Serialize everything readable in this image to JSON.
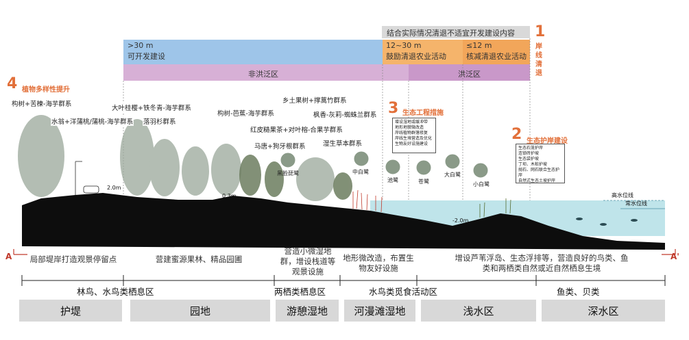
{
  "top_bands": {
    "gray_label": "结合实际情况清退不适宜开发建设内容",
    "blue_dist": ">30 m",
    "blue_text": "可开发建设",
    "orange1_dist": "12~30 m",
    "orange1_text": "鼓励清退农业活动",
    "orange2_dist": "≤12 m",
    "orange2_text": "核减清退农业活动",
    "nonflood": "非洪泛区",
    "flood": "洪泛区"
  },
  "callouts": {
    "c1_num": "1",
    "c1_text": "岸线清退",
    "c2_num": "2",
    "c2_title": "生态护岸建设",
    "c2_items": [
      "生态石笼护岸",
      "连锁砖护坡",
      "生态袋护坡",
      "丁坝、木桩护坡",
      "抛石、网石联合生态护岸",
      "自然式生态土坡护岸"
    ],
    "c3_num": "3",
    "c3_title": "生态工程措施",
    "c3_items": [
      "增设湿地或缓冲带",
      "地形地貌微改造",
      "岸线植物群落修复",
      "岸线生境营造及优化",
      "生物友好设施建设"
    ],
    "c4_num": "4",
    "c4_title": "植物多样性提升"
  },
  "plant_groups": [
    "构树+苦楝-海芋群系",
    "水翁+洋蒲桃/蒲桃-海芋群系",
    "大叶桂樱+铁冬青-海芋群系",
    "落羽杉群系",
    "构树-芭蕉-海芋群系",
    "乡土果树+撑蒿竹群系",
    "枫香-灰莉-蜘蛛兰群系",
    "红皮糙果茶+对叶榕-合果芋群系",
    "马唐+狗牙根群系",
    "湿生草本群系"
  ],
  "birds": [
    "黑脸琵鹭",
    "中白鹭",
    "池鹭",
    "苍鹭",
    "大白鹭",
    "小白鹭"
  ],
  "dimensions": {
    "d1": "2.0m",
    "d2": "0.3m",
    "d3": "-2.0m",
    "high_water": "高水位线",
    "normal_water": "常水位线"
  },
  "section_markers": {
    "left": "A",
    "right": "A'"
  },
  "descriptions": [
    "局部堤岸打造观景停留点",
    "营建蜜源果林、精品园圃",
    "营造小微湿地群，增设栈道等观景设施",
    "地形微改造，布置生物友好设施",
    "增设芦苇浮岛、生态浮排等，营造良好的鸟类、鱼类和两栖类自然或近自然栖息生境"
  ],
  "habitat_labels": [
    "林鸟、水鸟类栖息区",
    "两栖类栖息区",
    "水鸟类觅食活动区",
    "鱼类、贝类"
  ],
  "categories": [
    "护堤",
    "园地",
    "游憩湿地",
    "河漫滩湿地",
    "浅水区",
    "深水区"
  ],
  "colors": {
    "blue_band": "#9ec5e9",
    "orange_band": "#f5b46b",
    "pink_band": "#d7b0d6",
    "flood_band": "#c998c9",
    "accent": "#e2703a",
    "ground": "#0d0d0d",
    "water": "#bfe4ea"
  }
}
